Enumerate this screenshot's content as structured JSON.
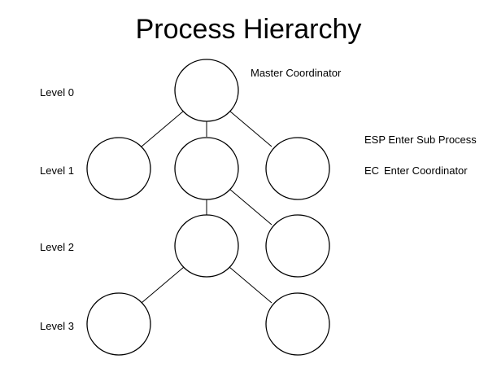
{
  "title": "Process Hierarchy",
  "levels": [
    "Level 0",
    "Level 1",
    "Level 2",
    "Level 3"
  ],
  "node_labels": {
    "master": "Master Coordinator"
  },
  "legend": {
    "esp": {
      "abbr": "ESP",
      "text": "Enter Sub Process",
      "full": "ESP Enter Sub Process"
    },
    "ec": {
      "abbr": "EC",
      "text": "Enter Coordinator"
    }
  },
  "nodes": [
    {
      "id": "level0-master",
      "level": 0
    },
    {
      "id": "level1-left",
      "level": 1
    },
    {
      "id": "level1-middle",
      "level": 1
    },
    {
      "id": "level1-right",
      "level": 1
    },
    {
      "id": "level2-left",
      "level": 2
    },
    {
      "id": "level2-right",
      "level": 2
    },
    {
      "id": "level3-left",
      "level": 3
    },
    {
      "id": "level3-right",
      "level": 3
    }
  ],
  "edges": [
    [
      "level0-master",
      "level1-left"
    ],
    [
      "level0-master",
      "level1-middle"
    ],
    [
      "level0-master",
      "level1-right"
    ],
    [
      "level1-middle",
      "level2-left"
    ],
    [
      "level1-middle",
      "level2-right"
    ],
    [
      "level2-left",
      "level3-left"
    ],
    [
      "level2-left",
      "level3-right"
    ]
  ]
}
